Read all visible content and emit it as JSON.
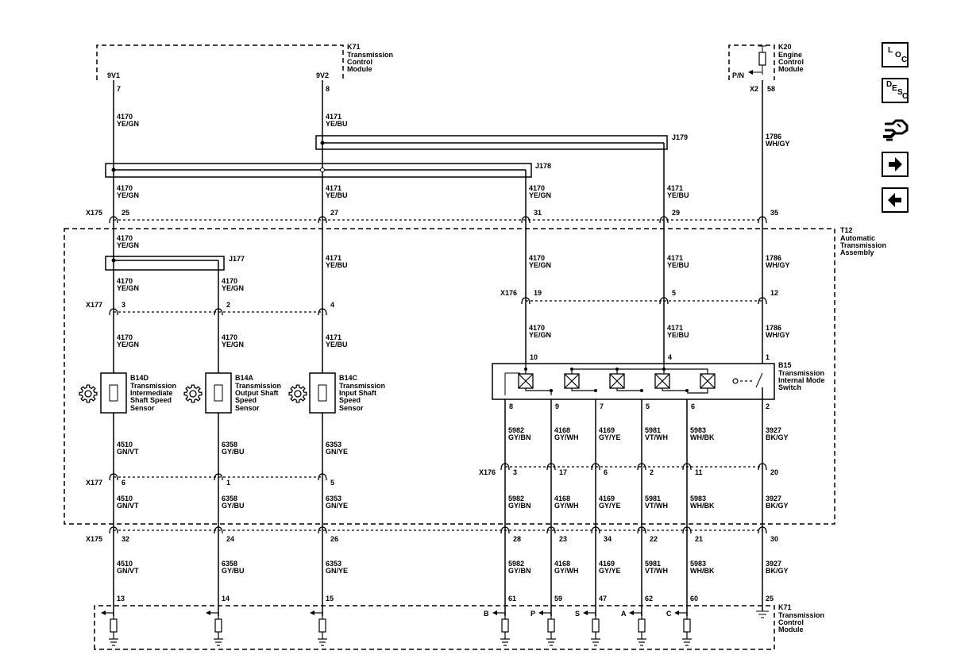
{
  "modules": {
    "k71_top": {
      "id": "K71",
      "name": [
        "Transmission",
        "Control",
        "Module"
      ],
      "pins": [
        "9V1",
        "9V2"
      ]
    },
    "k20": {
      "id": "K20",
      "name": [
        "Engine",
        "Control",
        "Module"
      ],
      "pin_label": "P/N",
      "connector": "X2",
      "pin": "58"
    },
    "t12": {
      "id": "T12",
      "name": [
        "Automatic",
        "Transmission",
        "Assembly"
      ]
    },
    "k71_bottom": {
      "id": "K71",
      "name": [
        "Transmission",
        "Control",
        "Module"
      ]
    }
  },
  "wires": [
    {
      "circuit": "4170",
      "color": "YE/GN"
    },
    {
      "circuit": "4171",
      "color": "YE/BU"
    },
    {
      "circuit": "1786",
      "color": "WH/GY"
    },
    {
      "circuit": "4510",
      "color": "GN/VT"
    },
    {
      "circuit": "6358",
      "color": "GY/BU"
    },
    {
      "circuit": "6353",
      "color": "GN/YE"
    },
    {
      "circuit": "5982",
      "color": "GY/BN"
    },
    {
      "circuit": "4168",
      "color": "GY/WH"
    },
    {
      "circuit": "4169",
      "color": "GY/YE"
    },
    {
      "circuit": "5981",
      "color": "VT/WH"
    },
    {
      "circuit": "5983",
      "color": "WH/BK"
    },
    {
      "circuit": "3927",
      "color": "BK/GY"
    }
  ],
  "splices": [
    "J179",
    "J178",
    "J177"
  ],
  "connectors": {
    "x175_top": {
      "id": "X175",
      "pins": [
        "25",
        "27",
        "31",
        "29",
        "35"
      ]
    },
    "x176_top": {
      "id": "X176",
      "pins": [
        "19",
        "5",
        "12"
      ]
    },
    "x177_top": {
      "id": "X177",
      "pins": [
        "3",
        "2",
        "4"
      ]
    },
    "x177_bottom": {
      "id": "X177",
      "pins": [
        "6",
        "1",
        "5"
      ]
    },
    "x176_bottom": {
      "id": "X176",
      "pins": [
        "3",
        "17",
        "6",
        "2",
        "11",
        "20"
      ]
    },
    "x175_bottom": {
      "id": "X175",
      "pins": [
        "32",
        "24",
        "26",
        "28",
        "23",
        "34",
        "22",
        "21",
        "30"
      ]
    }
  },
  "top_pins": {
    "k71": [
      "7",
      "8"
    ]
  },
  "switch_pins_top": [
    "10",
    "4",
    "1"
  ],
  "switch_pins_bottom": [
    "8",
    "9",
    "7",
    "5",
    "6",
    "2"
  ],
  "k71_bottom_pins": [
    "13",
    "14",
    "15",
    "61",
    "59",
    "47",
    "62",
    "60",
    "25"
  ],
  "k71_input_letters": [
    "B",
    "P",
    "S",
    "A",
    "C"
  ],
  "sensors": [
    {
      "id": "B14D",
      "name": [
        "Transmission",
        "Intermediate",
        "Shaft Speed",
        "Sensor"
      ]
    },
    {
      "id": "B14A",
      "name": [
        "Transmission",
        "Output Shaft",
        "Speed",
        "Sensor"
      ]
    },
    {
      "id": "B14C",
      "name": [
        "Transmission",
        "Input Shaft",
        "Speed",
        "Sensor"
      ]
    }
  ],
  "mode_switch": {
    "id": "B15",
    "name": [
      "Transmission",
      "Internal Mode",
      "Switch"
    ]
  },
  "nav": {
    "loc": {
      "letters": [
        "L",
        "O",
        "C"
      ]
    },
    "desc": {
      "letters": [
        "D",
        "E",
        "S",
        "C"
      ]
    },
    "icons": [
      "connector-icon",
      "next-arrow-icon",
      "previous-arrow-icon"
    ]
  }
}
